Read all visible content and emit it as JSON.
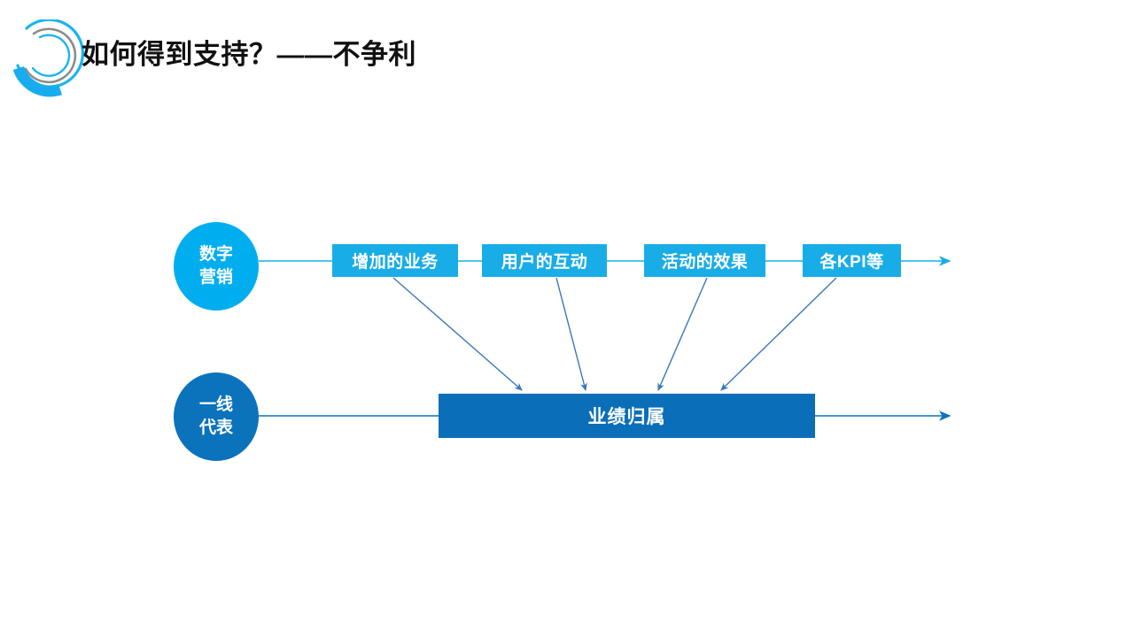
{
  "slide": {
    "title": "如何得到支持？——不争利",
    "background_color": "#FFFFFF",
    "logo": {
      "name": "brand-c-arc-logo",
      "arc_color_primary": "#00AEEF",
      "arc_color_secondary": "#8A8A8A"
    }
  },
  "diagram": {
    "type": "flow",
    "colors": {
      "cyan": "#00AEEF",
      "box_cyan": "#19ADE8",
      "deep_blue": "#0B72BC",
      "box_deep_blue": "#0A6EB8",
      "arrow_blue": "#3A78B8",
      "connector_cyan": "#19ADE8",
      "connector_blue": "#0B72BC"
    },
    "circles": [
      {
        "id": "digital-marketing",
        "lines": [
          "数字",
          "营销"
        ],
        "fill": "#00AEEF"
      },
      {
        "id": "frontline-rep",
        "lines": [
          "一线",
          "代表"
        ],
        "fill": "#0B72BC"
      }
    ],
    "top_row_boxes": [
      {
        "id": "added-business",
        "label": "增加的业务"
      },
      {
        "id": "user-interaction",
        "label": "用户的互动"
      },
      {
        "id": "campaign-effect",
        "label": "活动的效果"
      },
      {
        "id": "kpis",
        "label": "各KPI等"
      }
    ],
    "bottom_box": {
      "id": "performance-attribution",
      "label": "业绩归属"
    },
    "connectors": {
      "top_track_arrow": "right-arrow",
      "bottom_track_arrow": "right-arrow",
      "diagonal_count": 4,
      "diagonal_direction": "down-to-bottom-box"
    }
  }
}
